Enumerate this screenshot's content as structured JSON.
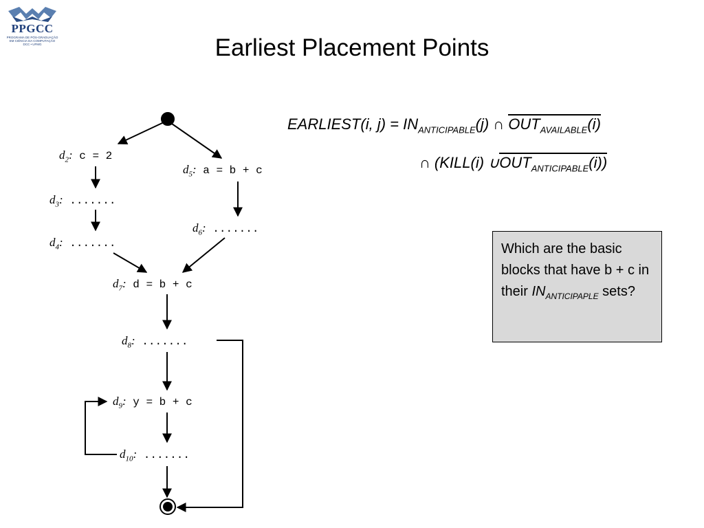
{
  "logo": {
    "text": "PPGCC",
    "sub_lines": [
      "PROGRAMA DE PÓS-GRADUAÇÃO",
      "EM CIÊNCIA DA COMPUTAÇÃO",
      "DCC • UFMG"
    ]
  },
  "title": "Earliest Placement Points",
  "formula": {
    "line1": {
      "lhs": "EARLIEST(i, j) = IN",
      "sub1": "ANTICIPABLE",
      "mid": "(j) ∩ ",
      "out": "OUT",
      "sub2": "AVAILABLE",
      "end": "(i)"
    },
    "line2": {
      "start": "∩ (KILL(i) ∪",
      "out": "OUT",
      "sub": "ANTICIPABLE",
      "end": "(i))"
    }
  },
  "nodes": [
    {
      "id": "d2",
      "name": "d",
      "sub": "2",
      "sep": ":",
      "code": " c = 2"
    },
    {
      "id": "d3",
      "name": "d",
      "sub": "3",
      "sep": ":",
      "code": " ......."
    },
    {
      "id": "d4",
      "name": "d",
      "sub": "4",
      "sep": ":",
      "code": " ......."
    },
    {
      "id": "d5",
      "name": "d",
      "sub": "5",
      "sep": ":",
      "code": " a = b + c"
    },
    {
      "id": "d6",
      "name": "d",
      "sub": "6",
      "sep": ":",
      "code": " ......."
    },
    {
      "id": "d7",
      "name": "d",
      "sub": "7",
      "sep": ":",
      "code": " d = b + c"
    },
    {
      "id": "d8",
      "name": "d",
      "sub": "8",
      "sep": ":",
      "code": " ......."
    },
    {
      "id": "d9",
      "name": "d",
      "sub": "9",
      "sep": ":",
      "code": " y = b + c"
    },
    {
      "id": "d10",
      "name": "d",
      "sub": "10",
      "sep": ":",
      "code": " ......."
    }
  ],
  "question": {
    "part1": "Which are the basic blocks that have b + c in their ",
    "in": "IN",
    "sub": "ANTICIPAPLE",
    "part2": " sets?"
  }
}
